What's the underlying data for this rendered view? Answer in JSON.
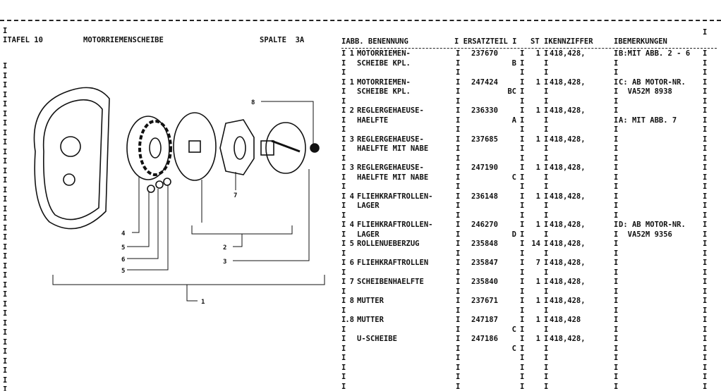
{
  "header": {
    "left_marker": "I",
    "title_prefix": "ITAFEL 10",
    "title": "MOTORRIEMENSCHEIBE",
    "spalte": "SPALTE  3A"
  },
  "table_header": {
    "abb": "IABB. BENENNUNG",
    "ersatzteil": "I ERSATZTEIL I",
    "st": "ST",
    "kennziffer": "IKENNZIFFER",
    "bemerkungen": "IBEMERKUNGEN",
    "right": "I"
  },
  "rows": [
    {
      "abb": "1",
      "name": "MOTORRIEMEN-",
      "part": "237670",
      "st": "1",
      "kenn": "418,428,",
      "bem": "B:MIT ABB. 2 - 6"
    },
    {
      "name": "SCHEIBE KPL.",
      "code": "B"
    },
    {},
    {
      "abb": "1",
      "name": "MOTORRIEMEN-",
      "part": "247424",
      "st": "1",
      "kenn": "418,428,",
      "bem": "C: AB MOTOR-NR."
    },
    {
      "name": "SCHEIBE KPL.",
      "code": "BC",
      "bem": "  VA52M 8938"
    },
    {},
    {
      "abb": "2",
      "name": "REGLERGEHAEUSE-",
      "part": "236330",
      "st": "1",
      "kenn": "418,428,"
    },
    {
      "name": "HAELFTE",
      "code": "A",
      "bem": "A: MIT ABB. 7"
    },
    {},
    {
      "abb": "3",
      "name": "REGLERGEHAEUSE-",
      "part": "237685",
      "st": "1",
      "kenn": "418,428,"
    },
    {
      "name": "HAELFTE MIT NABE"
    },
    {},
    {
      "abb": "3",
      "name": "REGLERGEHAEUSE-",
      "part": "247190",
      "st": "1",
      "kenn": "418,428,"
    },
    {
      "name": "HAELFTE MIT NABE",
      "code": "C"
    },
    {},
    {
      "abb": "4",
      "name": "FLIEHKRAFTROLLEN-",
      "part": "236148",
      "st": "1",
      "kenn": "418,428,"
    },
    {
      "name": "LAGER"
    },
    {},
    {
      "abb": "4",
      "name": "FLIEHKRAFTROLLEN-",
      "part": "246270",
      "st": "1",
      "kenn": "418,428,",
      "bem": "D: AB MOTOR-NR."
    },
    {
      "name": "LAGER",
      "code": "D",
      "bem": "  VA52M 9356"
    },
    {
      "abb": "5",
      "name": "ROLLENUEBERZUG",
      "part": "235848",
      "st": "14",
      "kenn": "418,428,"
    },
    {},
    {
      "abb": "6",
      "name": "FLIEHKRAFTROLLEN",
      "part": "235847",
      "st": "7",
      "kenn": "418,428,"
    },
    {},
    {
      "abb": "7",
      "name": "SCHEIBENHAELFTE",
      "part": "235840",
      "st": "1",
      "kenn": "418,428,"
    },
    {},
    {
      "abb": "8",
      "name": "MUTTER",
      "part": "237671",
      "st": "1",
      "kenn": "418,428,"
    },
    {},
    {
      "abb": ".8",
      "name": "MUTTER",
      "part": "247187",
      "st": "1",
      "kenn": "418,428"
    },
    {
      "code": "C"
    },
    {
      "name": "U-SCHEIBE",
      "part": "247186",
      "st": "1",
      "kenn": "418,428,"
    },
    {
      "code": "C"
    },
    {},
    {},
    {},
    {}
  ],
  "diagram": {
    "callouts": [
      "8",
      "7",
      "4",
      "5",
      "6",
      "5",
      "2",
      "3",
      "1"
    ]
  }
}
